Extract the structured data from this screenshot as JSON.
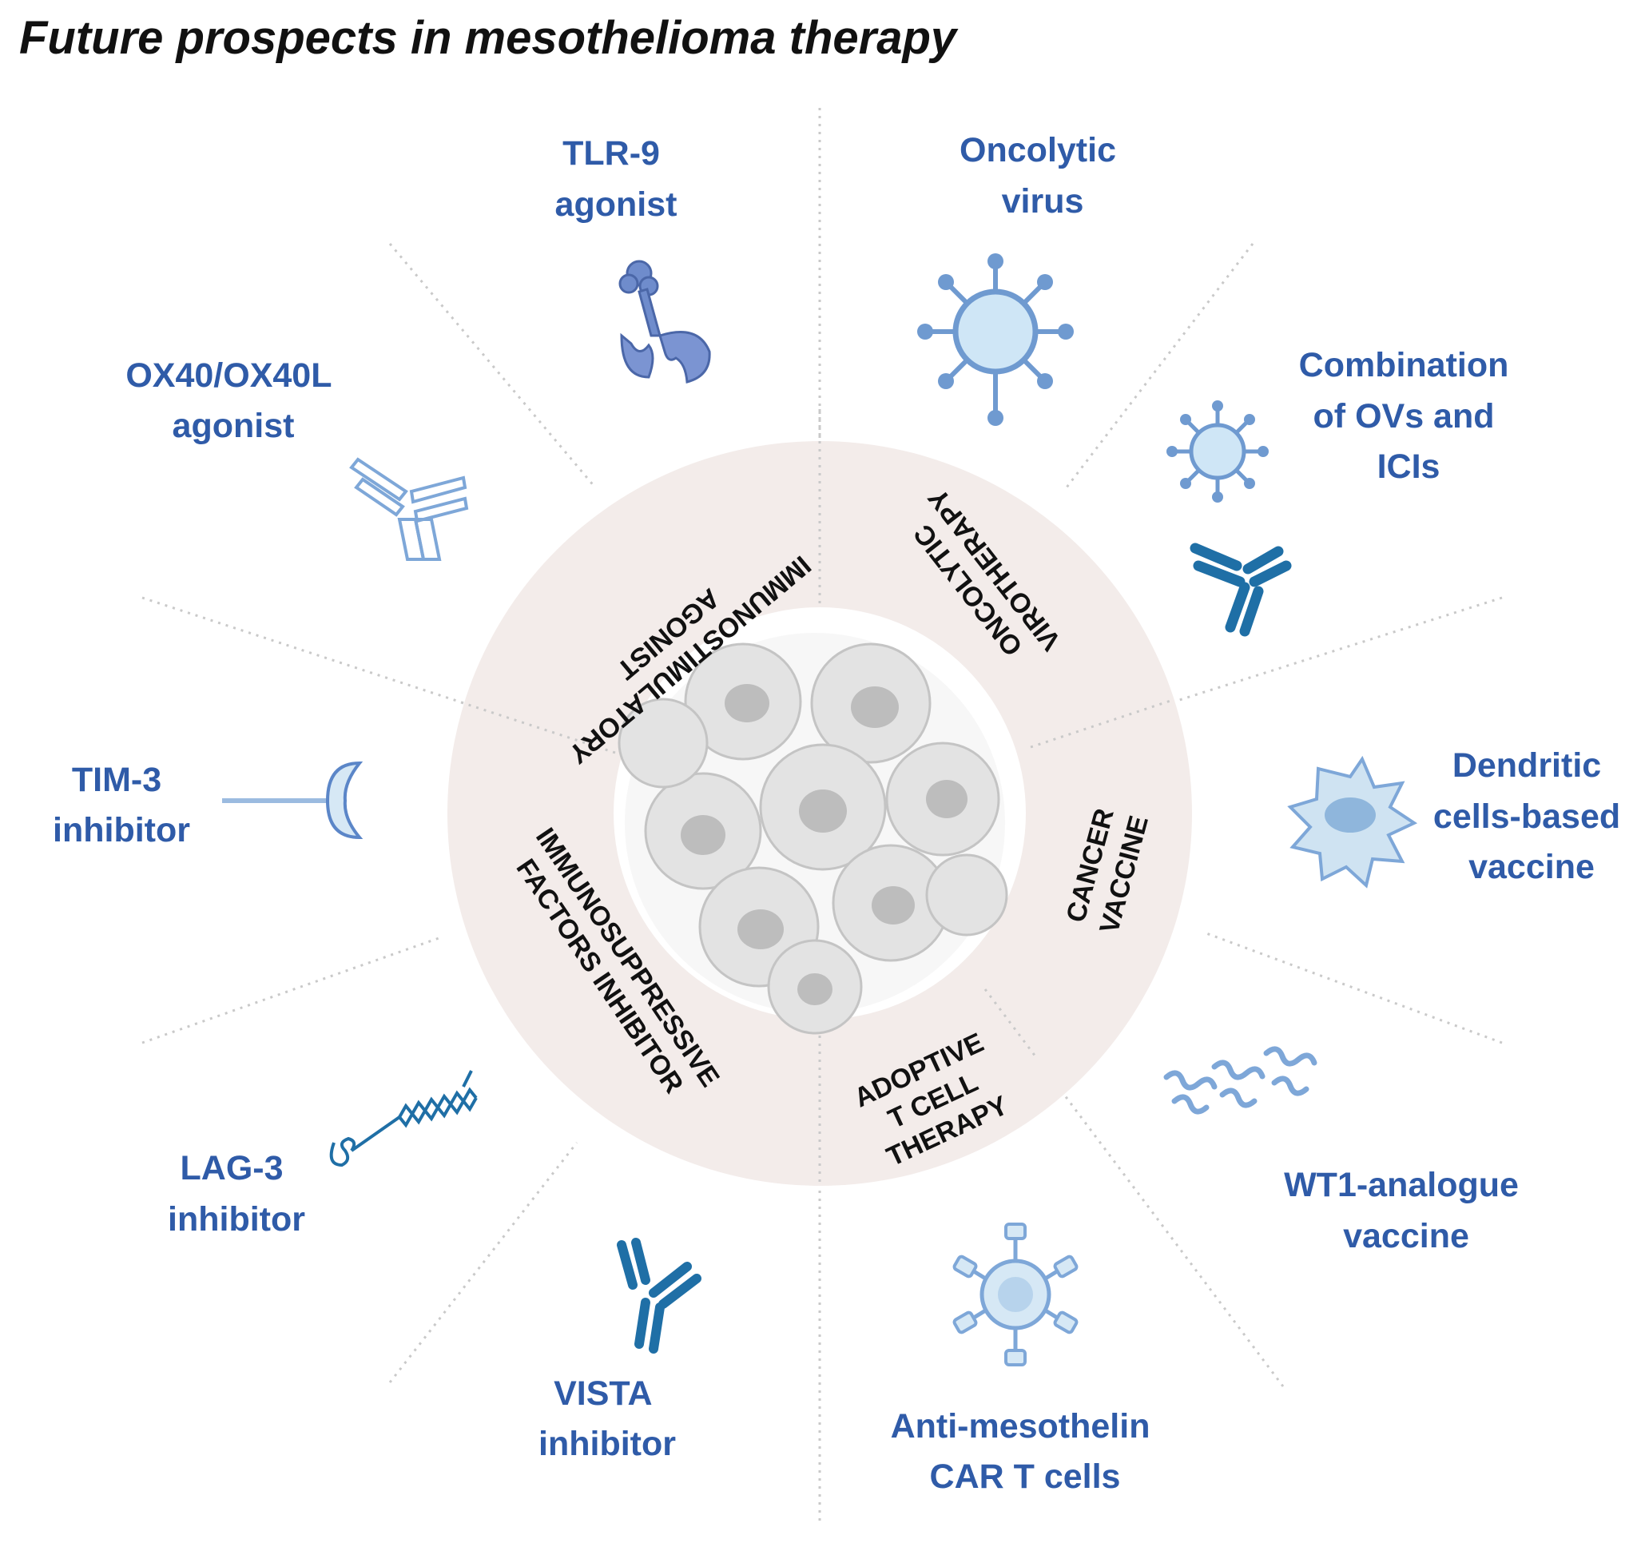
{
  "title": "Future prospects in mesothelioma therapy",
  "colors": {
    "label_text": "#2f5ba8",
    "ring_fill": "#f3ecea",
    "icon_blue": "#5b86c8",
    "icon_teal": "#1f6fa6",
    "icon_light": "#d6e8f5"
  },
  "categories": {
    "immunostimulatory": {
      "line1": "IMMUNOSTIMULATORY",
      "line2": "AGONIST"
    },
    "oncolytic": {
      "line1": "ONCOLYTIC",
      "line2": "VIROTHERAPY"
    },
    "cancer_vaccine": {
      "line1": "CANCER",
      "line2": "VACCINE"
    },
    "adoptive": {
      "line1": "ADOPTIVE",
      "line2": "T CELL",
      "line3": "THERAPY"
    },
    "immunosuppressive": {
      "line1": "IMMUNOSUPPRESSIVE",
      "line2": "FACTORS INHIBITOR"
    }
  },
  "therapies": {
    "tlr9": [
      "TLR-9",
      "agonist"
    ],
    "oncolytic_virus": [
      "Oncolytic",
      "virus"
    ],
    "combination": [
      "Combination",
      "of OVs and",
      "ICIs"
    ],
    "ox40": [
      "OX40/OX40L",
      "agonist"
    ],
    "tim3": [
      "TIM-3",
      "inhibitor"
    ],
    "dendritic": [
      "Dendritic",
      "cells-based",
      "vaccine"
    ],
    "lag3": [
      "LAG-3",
      "inhibitor"
    ],
    "wt1": [
      "WT1-analogue",
      "vaccine"
    ],
    "vista": [
      "VISTA",
      "inhibitor"
    ],
    "car_t": [
      "Anti-mesothelin",
      "CAR T cells"
    ]
  },
  "icons": {
    "tlr9": "receptor-icon",
    "oncolytic_virus": "virus-icon",
    "combination": "virus-antibody-icon",
    "ox40": "antibody-icon",
    "tim3": "inhibitor-receptor-icon",
    "dendritic": "dendritic-cell-icon",
    "lag3": "protein-chain-icon",
    "wt1": "peptide-icon",
    "vista": "antibody-icon",
    "car_t": "car-t-cell-icon",
    "center": "tumor-cells-icon"
  }
}
